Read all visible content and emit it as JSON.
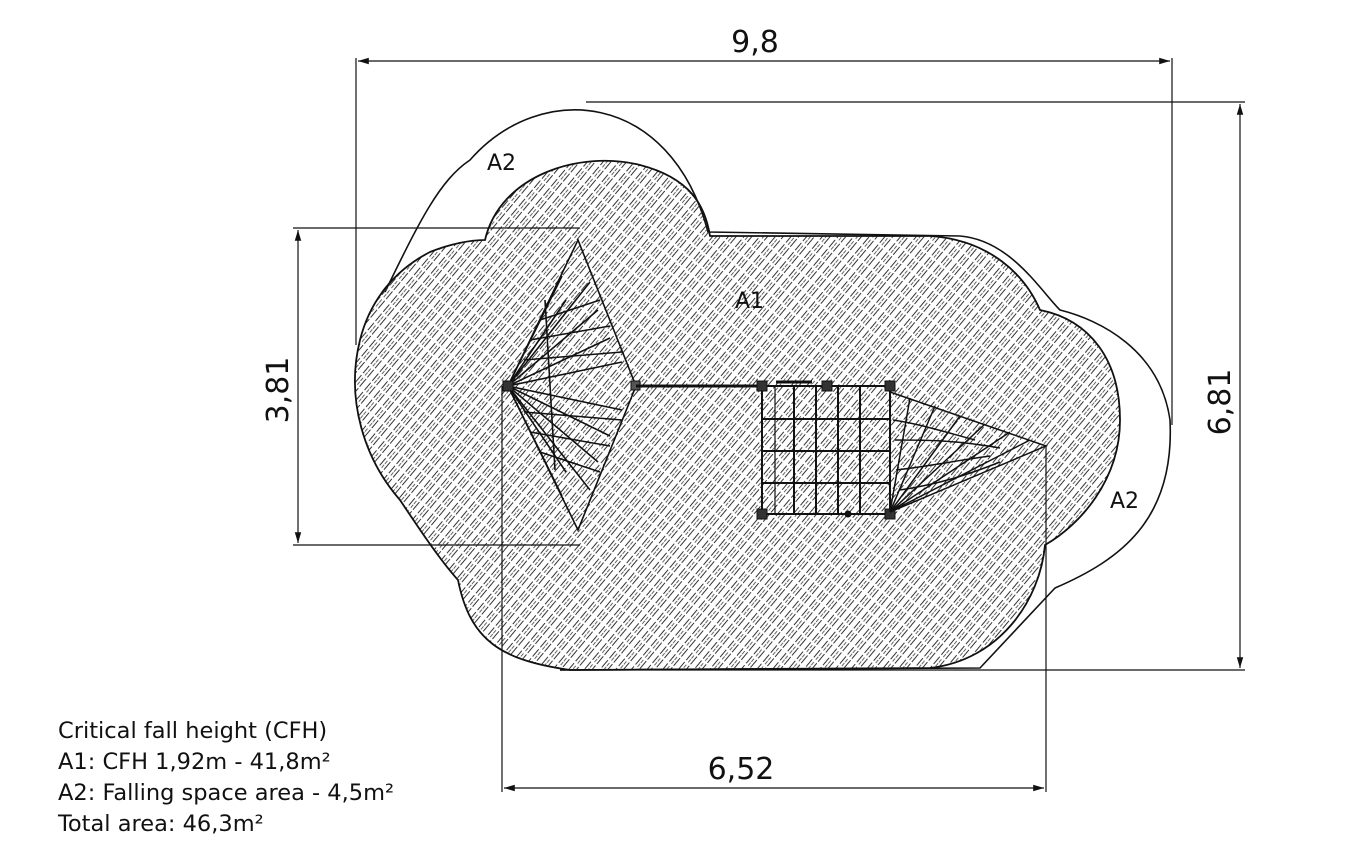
{
  "dimensions": {
    "overall_width": "9,8",
    "overall_height": "6,81",
    "left_net_height": "3,81",
    "bottom_width": "6,52"
  },
  "zones": {
    "a1": "A1",
    "a2_top": "A2",
    "a2_right": "A2"
  },
  "legend": {
    "heading": "Critical fall height (CFH)",
    "a1_line": "A1: CFH 1,92m - 41,8m²",
    "a2_line": "A2: Falling space area - 4,5m²",
    "total_line": "Total area: 46,3m²"
  },
  "colors": {
    "line": "#111111",
    "hatch": "#222222",
    "background": "#ffffff"
  }
}
